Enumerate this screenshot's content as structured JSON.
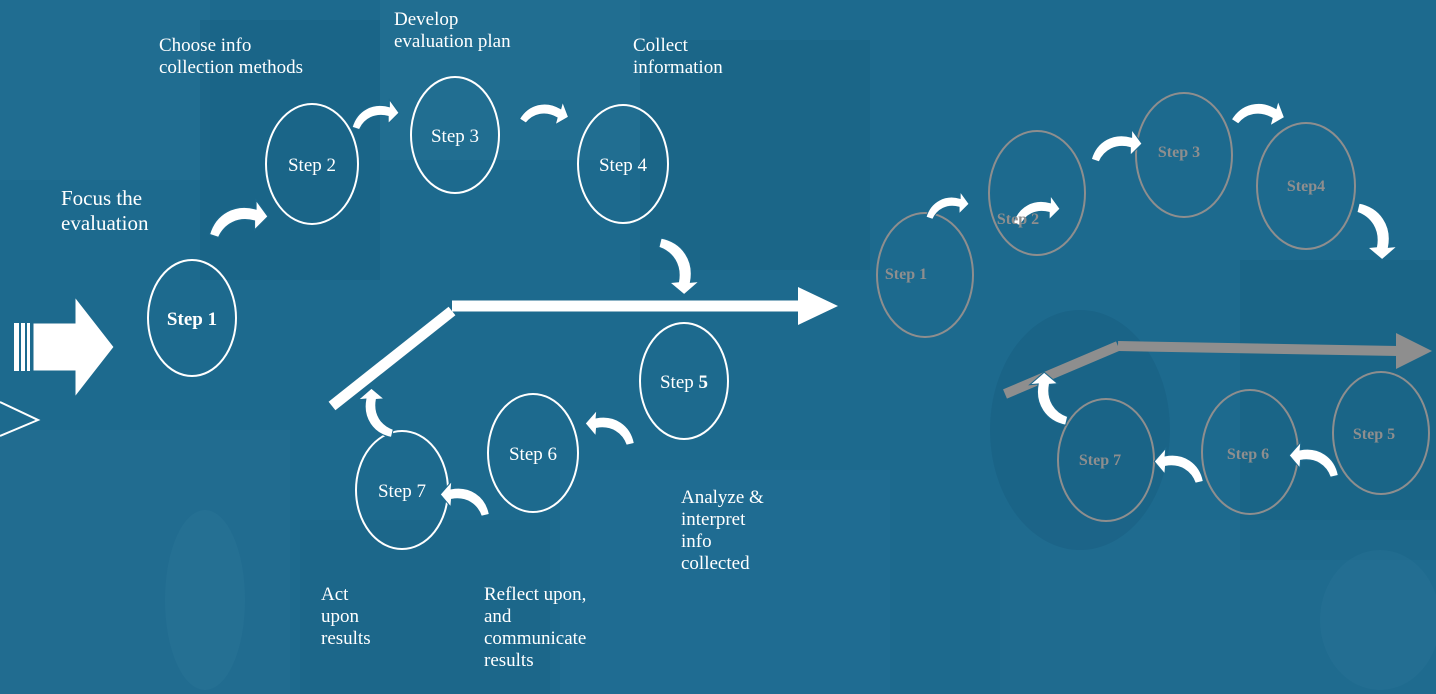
{
  "colors": {
    "background": "#1d6a8e",
    "foreground": "#ffffff",
    "muted": "#8e8e8e"
  },
  "left_cycle": {
    "steps": [
      {
        "id": "s1",
        "prefix": "",
        "label": "Step 1",
        "bold_part": "",
        "bold": true
      },
      {
        "id": "s2",
        "prefix": "",
        "label": "Step 2",
        "bold_part": "",
        "bold": false
      },
      {
        "id": "s3",
        "prefix": "",
        "label": "Step 3",
        "bold_part": "",
        "bold": false
      },
      {
        "id": "s4",
        "prefix": "",
        "label": "Step 4",
        "bold_part": "",
        "bold": false
      },
      {
        "id": "s5",
        "prefix": "Step ",
        "label": "Step ",
        "bold_part": "5",
        "bold": false
      },
      {
        "id": "s6",
        "prefix": "",
        "label": "Step 6",
        "bold_part": "",
        "bold": false
      },
      {
        "id": "s7",
        "prefix": "",
        "label": "Step 7",
        "bold_part": "",
        "bold": false
      }
    ],
    "labels": {
      "focus": "Focus the\nevaluation",
      "choose": "Choose info\ncollection methods",
      "develop": "Develop\nevaluation plan",
      "collect": "Collect\ninformation",
      "analyze": "Analyze &\ninterpret\ninfo\ncollected",
      "reflect": "Reflect upon,\nand\ncommunicate\nresults",
      "act": "Act\nupon\nresults"
    }
  },
  "right_cycle": {
    "steps": [
      {
        "id": "r1",
        "label": "Step 1"
      },
      {
        "id": "r2",
        "label": "Step 2"
      },
      {
        "id": "r3",
        "label": "Step 3"
      },
      {
        "id": "r4",
        "label": "Step4"
      },
      {
        "id": "r5",
        "label": "Step 5"
      },
      {
        "id": "r6",
        "label": "Step 6"
      },
      {
        "id": "r7",
        "label": "Step 7"
      }
    ]
  },
  "icons": {
    "block_arrow": "block-arrow-right-icon",
    "curved_arrow": "curved-arrow-icon"
  }
}
